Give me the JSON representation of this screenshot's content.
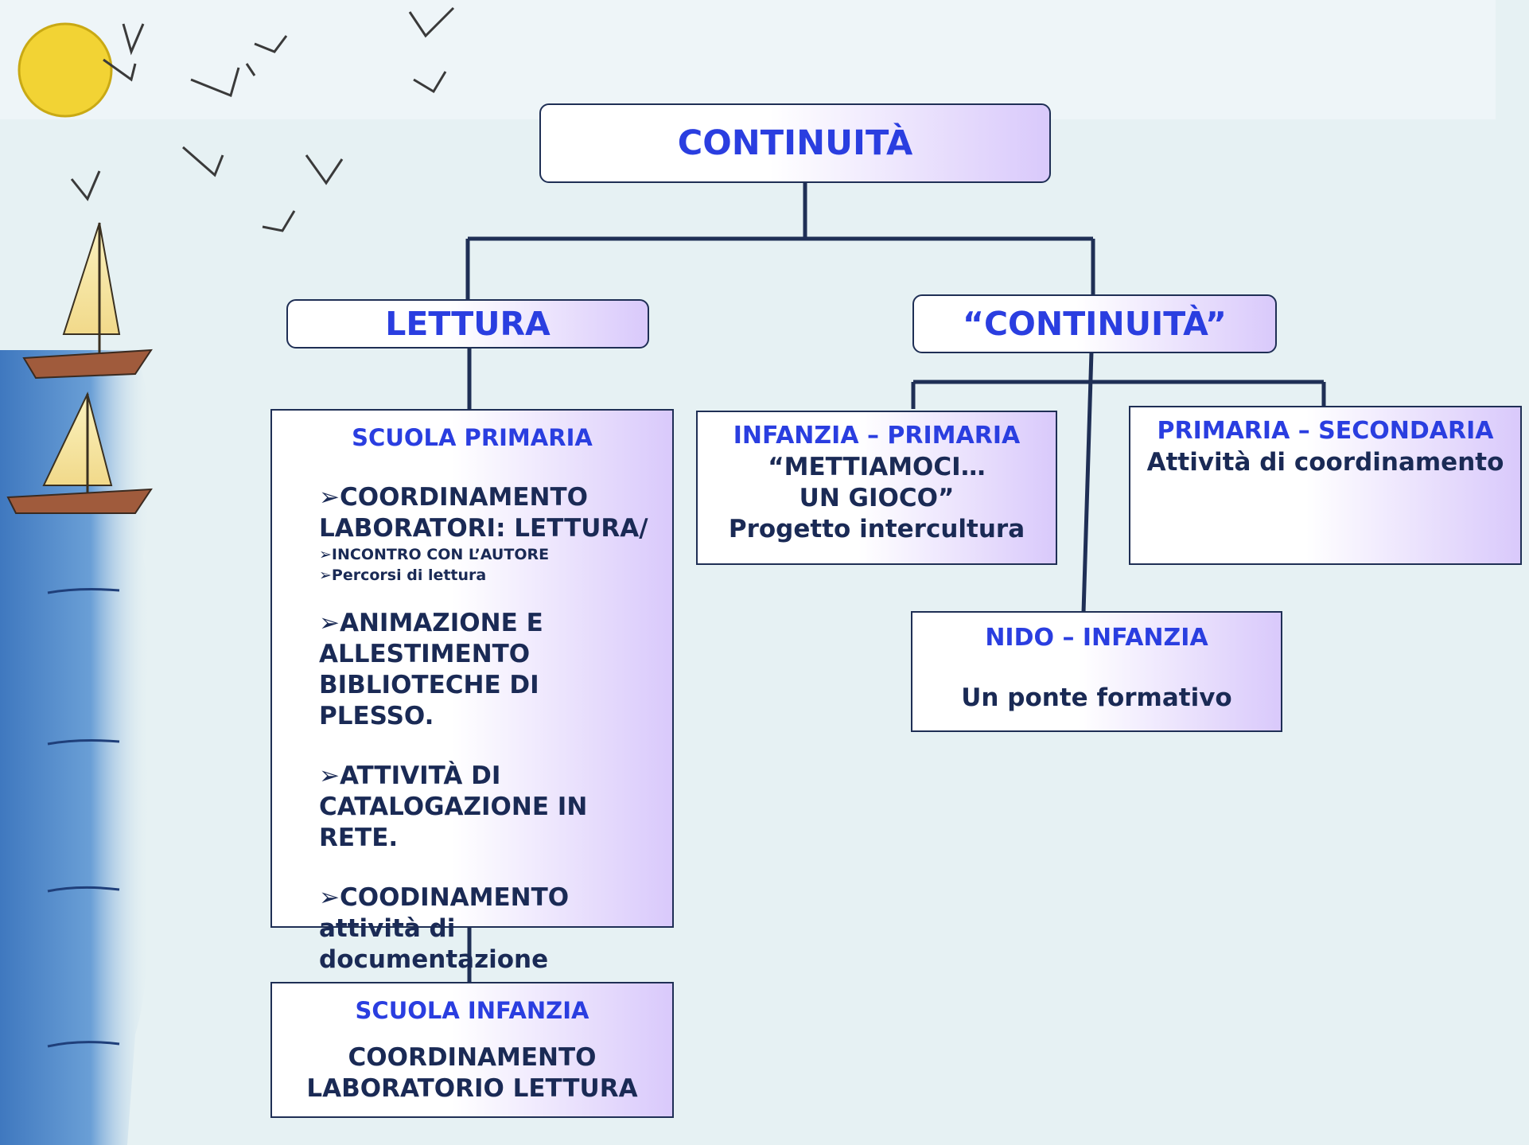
{
  "colors": {
    "background": "#e6f1f3",
    "sea": "#4e86c9",
    "sun": "#f2d334",
    "box_border": "#1f2f55",
    "box_gradient_end": "#d9c9fb",
    "title_text": "#2a3ee0",
    "body_text": "#1a2a55",
    "connector": "#1f2f55"
  },
  "root": {
    "label": "CONTINUITÀ"
  },
  "lettura": {
    "label": "LETTURA",
    "scuola_primaria": {
      "title": "SCUOLA PRIMARIA",
      "items": [
        "➢COORDINAMENTO LABORATORI: LETTURA/",
        "➢INCONTRO CON L’AUTORE",
        "➢Percorsi di lettura",
        "➢ANIMAZIONE  E ALLESTIMENTO BIBLIOTECHE DI PLESSO.",
        "➢ATTIVITÀ DI CATALOGAZIONE IN RETE.",
        "➢COODINAMENTO attività di documentazione"
      ]
    },
    "scuola_infanzia": {
      "title": "SCUOLA INFANZIA",
      "text": "COORDINAMENTO LABORATORIO  LETTURA"
    }
  },
  "continuita": {
    "label": "“CONTINUITÀ”",
    "infanzia_primaria": {
      "title": "INFANZIA – PRIMARIA",
      "line1": "“METTIAMOCI…UN GIOCO”",
      "line2": "Progetto intercultura"
    },
    "primaria_secondaria": {
      "title": "PRIMARIA – SECONDARIA",
      "text": "Attività  di coordinamento"
    },
    "nido_infanzia": {
      "title": "NIDO – INFANZIA",
      "text": "Un ponte formativo"
    }
  }
}
